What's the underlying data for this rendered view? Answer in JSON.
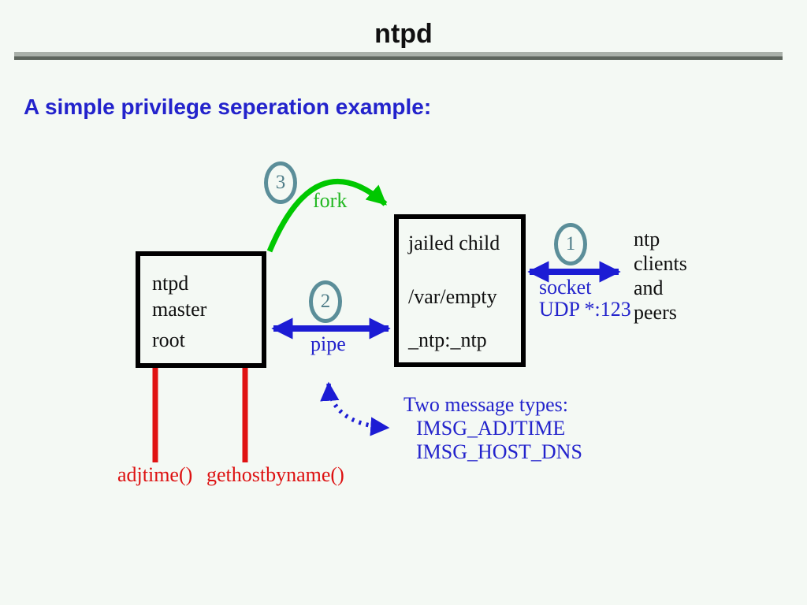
{
  "slide": {
    "title": "ntpd",
    "subtitle": "A simple privilege seperation example:"
  },
  "colors": {
    "background": "#f4f9f4",
    "heading_blue": "#2323cc",
    "arrow_blue": "#1c1cd4",
    "arrow_green": "#00c800",
    "call_red": "#e01212",
    "badge_teal": "#5b8e99",
    "text_black": "#101010"
  },
  "diagram": {
    "master_box": {
      "lines": [
        "ntpd",
        "master",
        "root"
      ]
    },
    "child_box": {
      "lines": [
        "jailed child",
        "/var/empty",
        "_ntp:_ntp"
      ]
    },
    "steps": {
      "fork": "3",
      "pipe": "2",
      "socket": "1"
    },
    "labels": {
      "fork": "fork",
      "pipe": "pipe",
      "socket": "socket",
      "socket_detail": "UDP *:123"
    },
    "peers_text": {
      "lines": [
        "ntp",
        "clients",
        "and",
        "peers"
      ]
    },
    "messages": {
      "heading": "Two message types:",
      "items": [
        "IMSG_ADJTIME",
        "IMSG_HOST_DNS"
      ]
    },
    "syscalls": [
      "adjtime()",
      "gethostbyname()"
    ]
  }
}
